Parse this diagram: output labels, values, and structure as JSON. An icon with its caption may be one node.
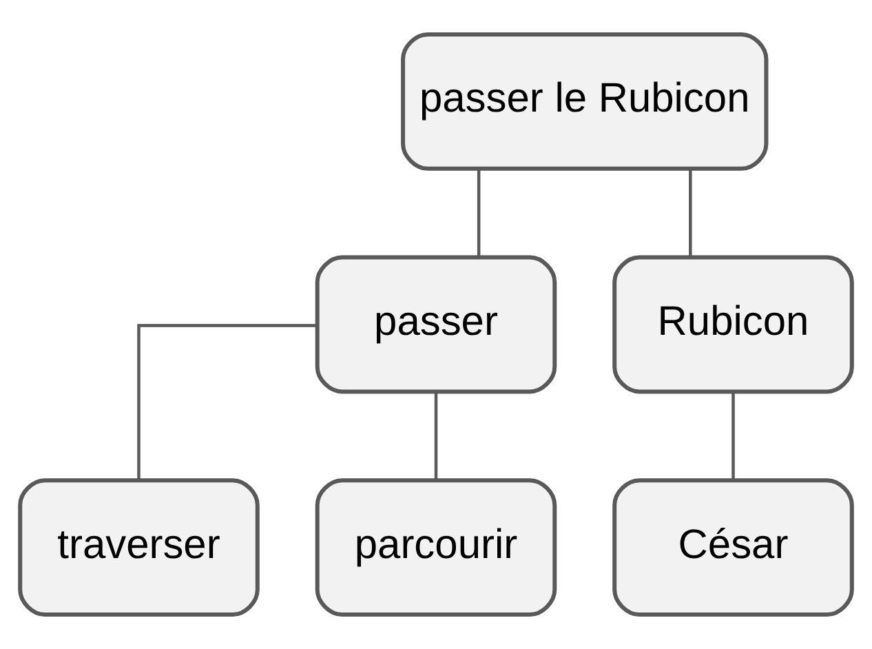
{
  "diagram": {
    "nodes": [
      {
        "text": [
          "passer le Rubicon"
        ]
      },
      {
        "text": [
          "passer"
        ]
      },
      {
        "text": [
          "Rubicon"
        ]
      },
      {
        "text": [
          "traverser"
        ]
      },
      {
        "text": [
          "parcourir"
        ]
      },
      {
        "text": [
          "César"
        ]
      }
    ],
    "edges": [
      {
        "from": 0,
        "to": 1,
        "arrow": "none"
      },
      {
        "from": 0,
        "to": 2,
        "arrow": "none"
      },
      {
        "from": 1,
        "to": 3,
        "arrow": "none"
      },
      {
        "from": 1,
        "to": 4,
        "arrow": "none"
      },
      {
        "from": 2,
        "to": 5,
        "arrow": "none"
      }
    ]
  }
}
